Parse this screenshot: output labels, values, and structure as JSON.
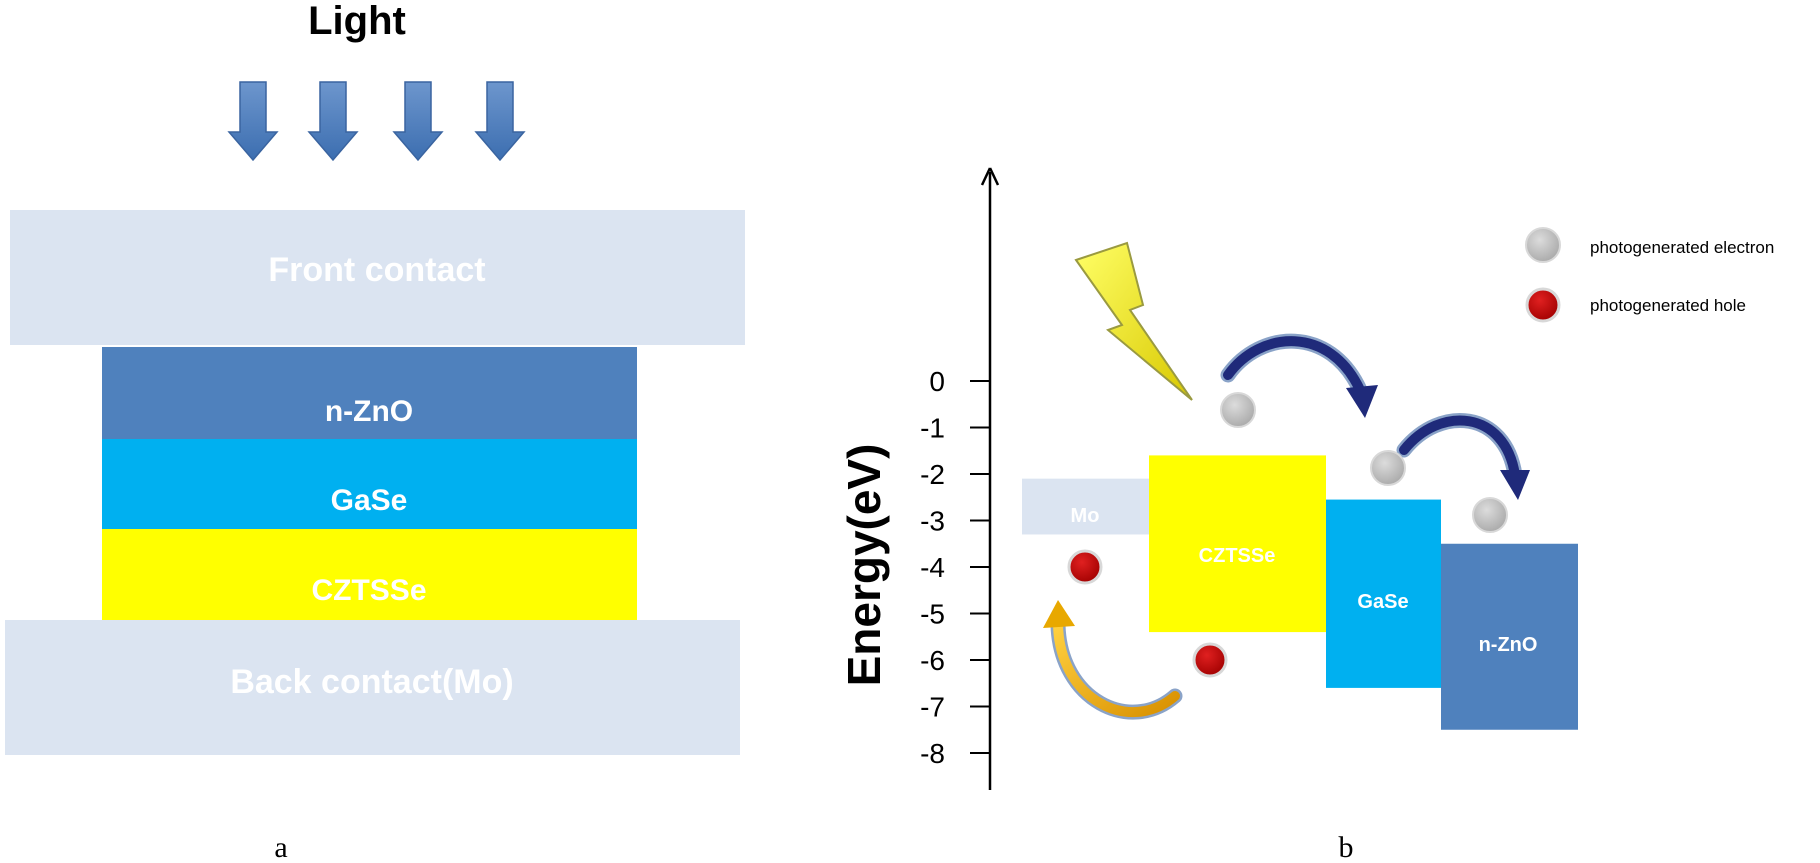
{
  "panel_a": {
    "title": "Light",
    "layers": [
      {
        "label": "Front contact",
        "color": "#dbe4f1"
      },
      {
        "label": "n-ZnO",
        "color": "#4f81bd"
      },
      {
        "label": "GaSe",
        "color": "#00b0f0"
      },
      {
        "label": "CZTSSe",
        "color": "#ffff00"
      },
      {
        "label": "Back contact(Mo)",
        "color": "#dbe4f1"
      }
    ],
    "caption": "a"
  },
  "panel_b": {
    "ylabel": "Energy(eV)",
    "ticks": [
      "0",
      "-1",
      "-2",
      "-3",
      "-4",
      "-5",
      "-6",
      "-7",
      "-8"
    ],
    "tick_values": [
      0,
      -1,
      -2,
      -3,
      -4,
      -5,
      -6,
      -7,
      -8
    ],
    "bands": [
      {
        "label": "Mo",
        "top": -2.1,
        "bottom": -3.3,
        "color": "#dbe4f1"
      },
      {
        "label": "CZTSSe",
        "top": -1.6,
        "bottom": -5.4,
        "color": "#ffff00"
      },
      {
        "label": "GaSe",
        "top": -2.55,
        "bottom": -6.6,
        "color": "#00b0f0"
      },
      {
        "label": "n-ZnO",
        "top": -3.5,
        "bottom": -7.5,
        "color": "#4f81bd"
      }
    ],
    "legend": {
      "electron": "photogenerated electron",
      "hole": "photogenerated hole"
    },
    "colors": {
      "electron": "#b3b3b3",
      "hole": "#c00000",
      "arrow": "#1f2a7a",
      "hole_arrow": "#f0b000",
      "lightning": "#ffee33"
    },
    "caption": "b"
  }
}
